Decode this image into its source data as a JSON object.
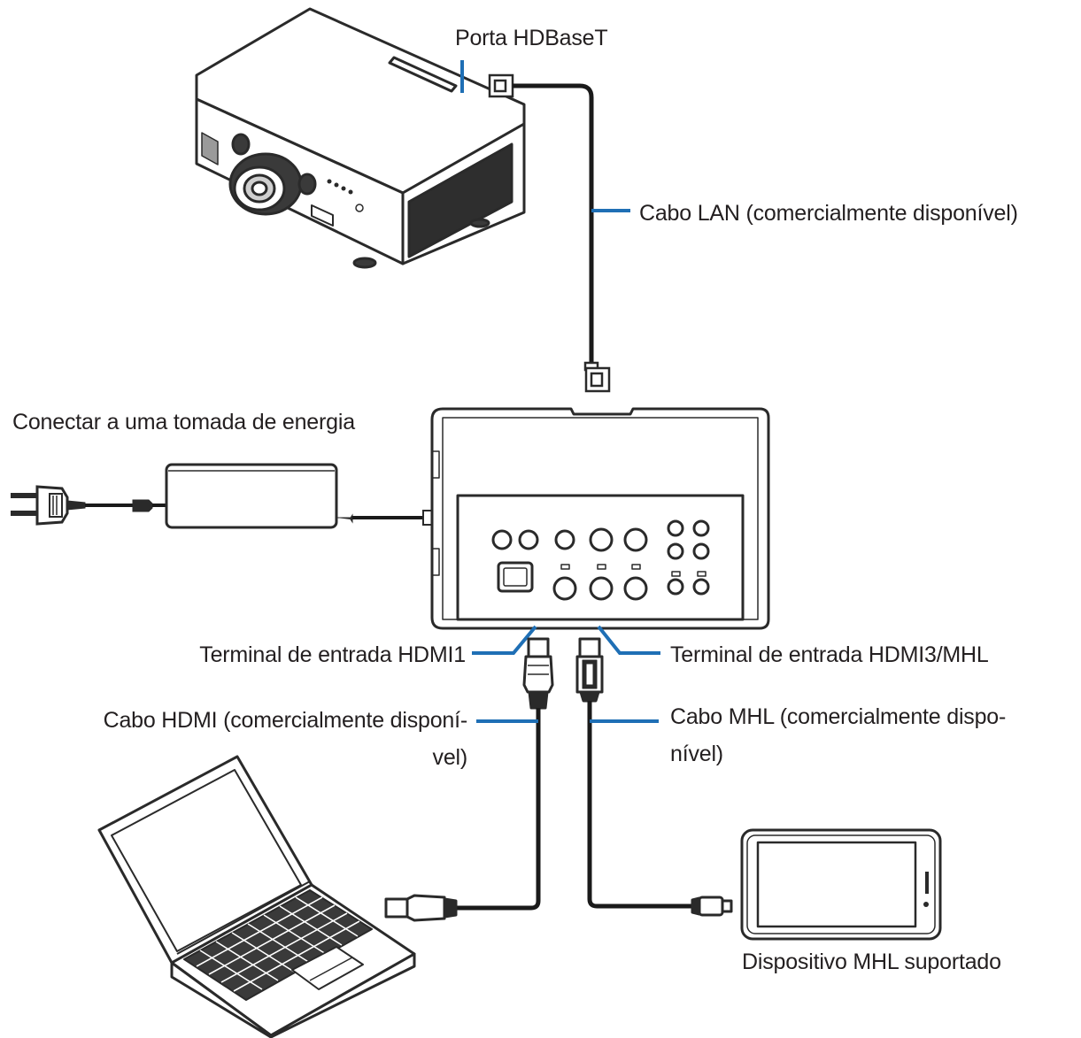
{
  "labels": {
    "hdbaset_port": "Porta HDBaseT",
    "lan_cable": "Cabo LAN (comercialmente disponível)",
    "power_outlet": "Conectar a uma tomada de energia",
    "hdmi1_input": "Terminal de entrada HDMI1",
    "hdmi3_input": "Terminal de entrada HDMI3/MHL",
    "hdmi_cable_line1": "Cabo HDMI (comercialmente disponí-",
    "hdmi_cable_line2": "vel)",
    "mhl_cable_line1": "Cabo MHL (comercialmente dispo-",
    "mhl_cable_line2": "nível)",
    "mhl_device": "Dispositivo MHL suportado"
  },
  "colors": {
    "leader_line": "#1f6fb5",
    "cable": "#1a1a1a",
    "outline": "#2a2a2a",
    "shade": "#3a3a3a",
    "text": "#231f20"
  }
}
